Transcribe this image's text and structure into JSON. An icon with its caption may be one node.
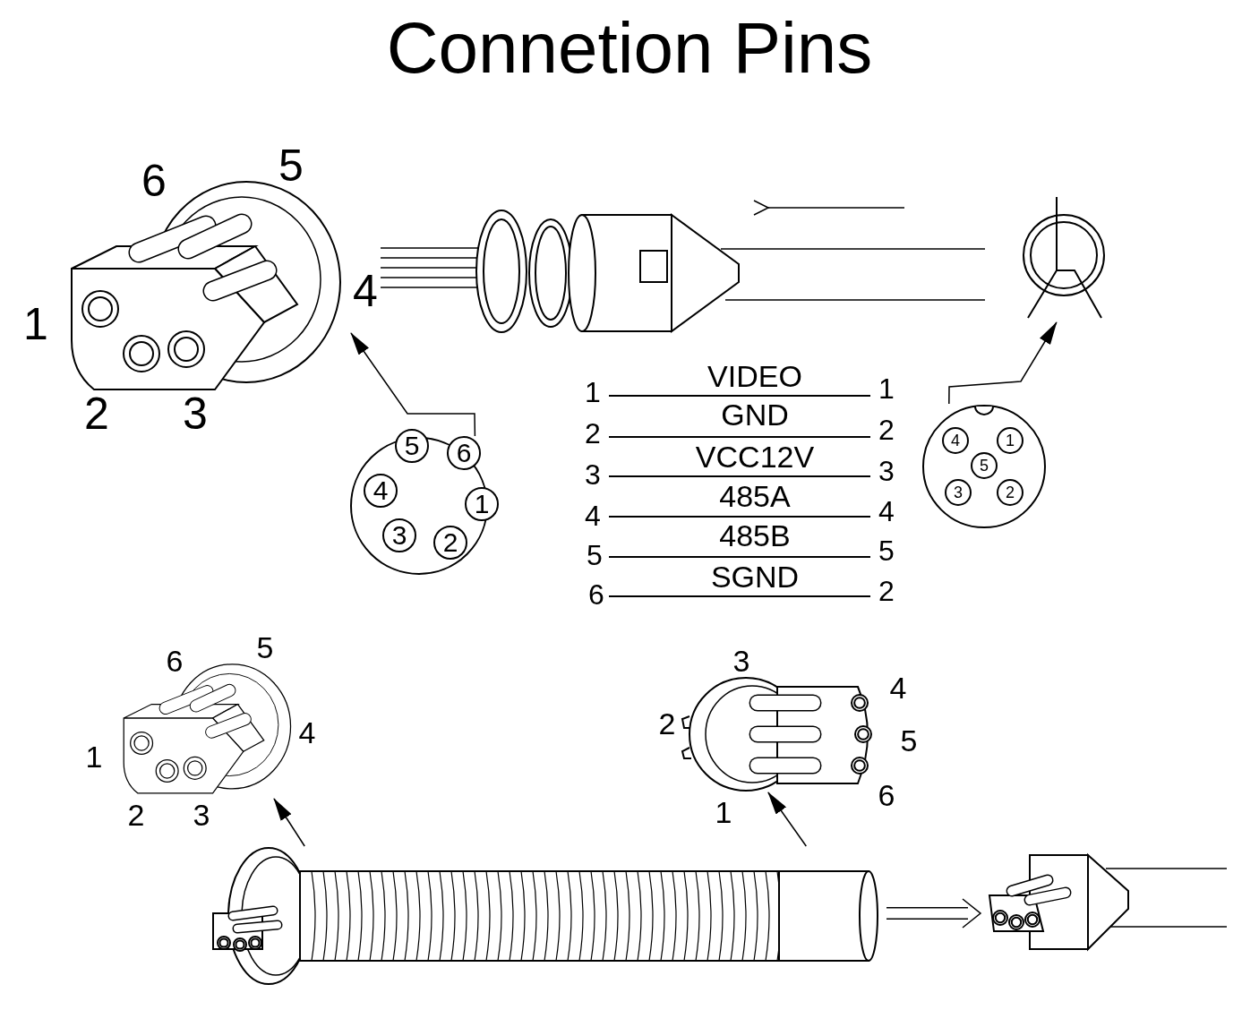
{
  "diagram": {
    "title": "Connetion Pins",
    "nodes": [
      {
        "text": [],
        "shape": "picture"
      },
      {
        "text": [],
        "shape": "picture"
      },
      {
        "text": [],
        "shape": "picture"
      },
      {
        "text": [],
        "shape": "picture"
      },
      {
        "text": [],
        "shape": "picture"
      },
      {
        "text": [],
        "shape": "picture"
      },
      {
        "text": [],
        "shape": "picture"
      },
      {
        "text": [],
        "shape": "picture"
      },
      {
        "text": [],
        "shape": "picture"
      }
    ],
    "edges": [
      {
        "from": 3,
        "to": 0,
        "arrow": "to"
      },
      {
        "from": 4,
        "to": 2,
        "arrow": "to"
      },
      {
        "from": 7,
        "to": 5,
        "arrow": "to"
      },
      {
        "from": 7,
        "to": 6,
        "arrow": "to"
      },
      {
        "from": 7,
        "to": 8,
        "arrow": "to",
        "style": "thick"
      }
    ],
    "labels": [
      "6",
      "5",
      "4",
      "1",
      "2",
      "3",
      "5",
      "6",
      "4",
      "1",
      "3",
      "2",
      "1",
      "VIDEO",
      "1",
      "2",
      "GND",
      "2",
      "3",
      "VCC12V",
      "3",
      "4",
      "485A",
      "4",
      "5",
      "485B",
      "5",
      "6",
      "SGND",
      "2",
      "4",
      "1",
      "5",
      "3",
      "2",
      "6",
      "5",
      "4",
      "1",
      "2",
      "3",
      "3",
      "4",
      "2",
      "5",
      "1",
      "6"
    ]
  }
}
